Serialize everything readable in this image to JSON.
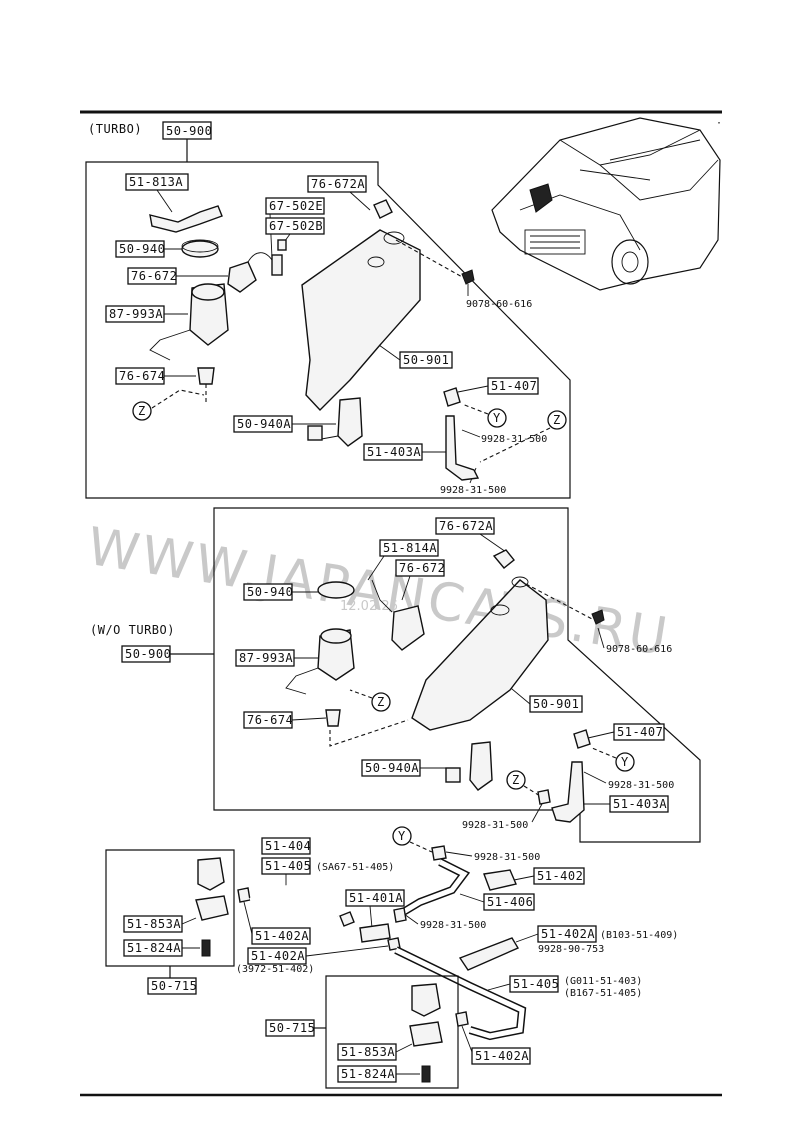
{
  "watermark": {
    "site": "WWW.JAPANCATS.RU",
    "stamp": "12.02.26"
  },
  "turbo": {
    "heading": "(TURBO)",
    "labels": {
      "assembly": "50-900",
      "bracket": "51-813A",
      "band": "50-940",
      "grommet_top": "76-672A",
      "cap_e": "67-502E",
      "cap_b": "67-502B",
      "grommet": "76-672",
      "motor": "87-993A",
      "tank": "50-901",
      "cap_bottom": "76-674",
      "pump": "50-940A",
      "joint": "51-407",
      "hose": "51-403A",
      "bolt": "9078-60-616",
      "clip_a": "9928-31-500",
      "clip_b": "9928-31-500",
      "callout_z1": "Z",
      "callout_z2": "Z",
      "callout_y": "Y"
    }
  },
  "noturbo": {
    "heading": "(W/O TURBO)",
    "labels": {
      "assembly": "50-900",
      "bracket": "51-814A",
      "band": "50-940",
      "grommet_top": "76-672A",
      "grommet": "76-672",
      "motor": "87-993A",
      "tank": "50-901",
      "cap_bottom": "76-674",
      "pump": "50-940A",
      "joint": "51-407",
      "hose": "51-403A",
      "bolt": "9078-60-616",
      "clip_a": "9928-31-500",
      "clip_b": "9928-31-500",
      "callout_z1": "Z",
      "callout_z2": "Z",
      "callout_y": "Y"
    }
  },
  "lower": {
    "labels": {
      "hose_404": "51-404",
      "hose_405": "51-405",
      "note_405": "(SA67-51-405)",
      "joint_401": "51-401A",
      "hose_406": "51-406",
      "nozzle_402": "51-402",
      "clip_y": "9928-31-500",
      "clip_mid": "9928-31-500",
      "left_402a": "51-402A",
      "mid_402a": "51-402A",
      "note_3972": "(3972-51-402)",
      "right_402a": "51-402A",
      "note_b103": "(B103-51-409)",
      "note_9928_90": "9928-90-753",
      "right_405": "51-405",
      "note_g011": "(G011-51-403)",
      "note_b167": "(B167-51-405)",
      "bottom_402a": "51-402A",
      "left_853": "51-853A",
      "left_824": "51-824A",
      "left_715": "50-715",
      "right_715": "50-715",
      "right_853": "51-853A",
      "right_824": "51-824A",
      "callout_y": "Y"
    }
  }
}
